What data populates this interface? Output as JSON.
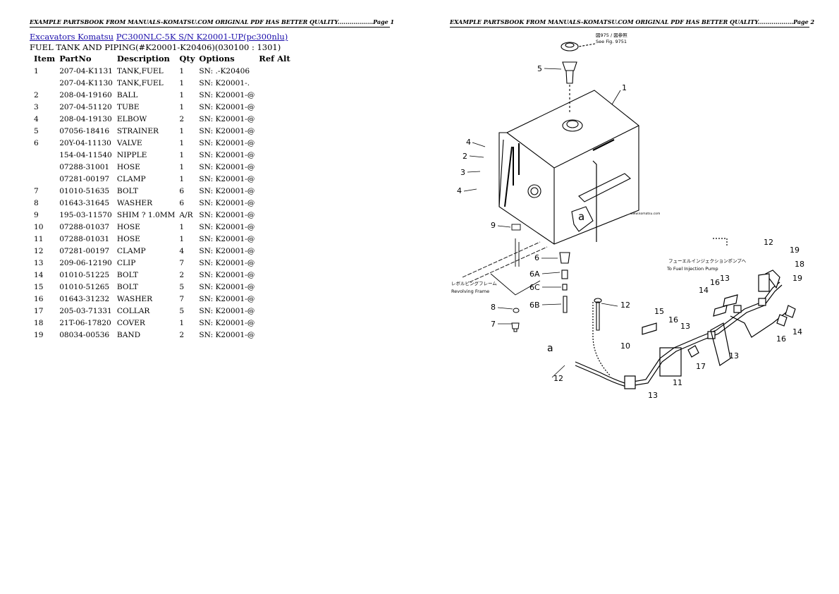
{
  "header": {
    "left": "EXAMPLE PARTSBOOK FROM MANUALS-KOMATSU.COM ORIGINAL PDF HAS BETTER QUALITY..................Page 1",
    "right": "EXAMPLE PARTSBOOK FROM MANUALS-KOMATSU.COM ORIGINAL PDF HAS BETTER QUALITY..................Page 2"
  },
  "breadcrumb": {
    "category": "Excavators Komatsu",
    "model": "PC300NLC-5K S/N K20001-UP(pc300nlu)"
  },
  "subtitle": "FUEL TANK AND PIPING(#K20001-K20406)(030100 : 1301)",
  "table": {
    "headers": [
      "Item",
      "PartNo",
      "Description",
      "Qty",
      "Options",
      "Ref Alt"
    ],
    "rows": [
      [
        "1",
        "207-04-K1131",
        "TANK,FUEL",
        "1",
        "SN: .-K20406",
        ""
      ],
      [
        "",
        "207-04-K1130",
        "TANK,FUEL",
        "1",
        "SN: K20001-.",
        ""
      ],
      [
        "2",
        "208-04-19160",
        "BALL",
        "1",
        "SN: K20001-@",
        ""
      ],
      [
        "3",
        "207-04-51120",
        "TUBE",
        "1",
        "SN: K20001-@",
        ""
      ],
      [
        "4",
        "208-04-19130",
        "ELBOW",
        "2",
        "SN: K20001-@",
        ""
      ],
      [
        "5",
        "07056-18416",
        "STRAINER",
        "1",
        "SN: K20001-@",
        ""
      ],
      [
        "6",
        "20Y-04-11130",
        "VALVE",
        "1",
        "SN: K20001-@",
        ""
      ],
      [
        "",
        "154-04-11540",
        "NIPPLE",
        "1",
        "SN: K20001-@",
        ""
      ],
      [
        "",
        "07288-31001",
        "HOSE",
        "1",
        "SN: K20001-@",
        ""
      ],
      [
        "",
        "07281-00197",
        "CLAMP",
        "1",
        "SN: K20001-@",
        ""
      ],
      [
        "7",
        "01010-51635",
        "BOLT",
        "6",
        "SN: K20001-@",
        ""
      ],
      [
        "8",
        "01643-31645",
        "WASHER",
        "6",
        "SN: K20001-@",
        ""
      ],
      [
        "9",
        "195-03-11570",
        "SHIM ? 1.0MM",
        "A/R",
        "SN: K20001-@",
        ""
      ],
      [
        "10",
        "07288-01037",
        "HOSE",
        "1",
        "SN: K20001-@",
        ""
      ],
      [
        "11",
        "07288-01031",
        "HOSE",
        "1",
        "SN: K20001-@",
        ""
      ],
      [
        "12",
        "07281-00197",
        "CLAMP",
        "4",
        "SN: K20001-@",
        ""
      ],
      [
        "13",
        "209-06-12190",
        "CLIP",
        "7",
        "SN: K20001-@",
        ""
      ],
      [
        "14",
        "01010-51225",
        "BOLT",
        "2",
        "SN: K20001-@",
        ""
      ],
      [
        "15",
        "01010-51265",
        "BOLT",
        "5",
        "SN: K20001-@",
        ""
      ],
      [
        "16",
        "01643-31232",
        "WASHER",
        "7",
        "SN: K20001-@",
        ""
      ],
      [
        "17",
        "205-03-71331",
        "COLLAR",
        "5",
        "SN: K20001-@",
        ""
      ],
      [
        "18",
        "21T-06-17820",
        "COVER",
        "1",
        "SN: K20001-@",
        ""
      ],
      [
        "19",
        "08034-00536",
        "BAND",
        "2",
        "SN: K20001-@",
        ""
      ]
    ]
  },
  "diagram": {
    "callouts": [
      "1",
      "2",
      "3",
      "4",
      "4",
      "5",
      "6",
      "6A",
      "6B",
      "6C",
      "7",
      "8",
      "9",
      "10",
      "11",
      "12",
      "12",
      "12",
      "13",
      "13",
      "13",
      "13",
      "14",
      "14",
      "15",
      "16",
      "16",
      "16",
      "17",
      "18",
      "19",
      "19",
      "a",
      "a"
    ],
    "ref_note_jp": "図975 / 図参照",
    "ref_note_en": "See Fig. 9751",
    "fuel_pump_note_jp": "フューエルインジェクションポンプへ",
    "fuel_pump_note_en": "To Fuel Injection Pump",
    "frame_note_jp": "レボルビングフレーム",
    "frame_note_en": "Revolving Frame",
    "watermark": "www.komatsu.com"
  }
}
